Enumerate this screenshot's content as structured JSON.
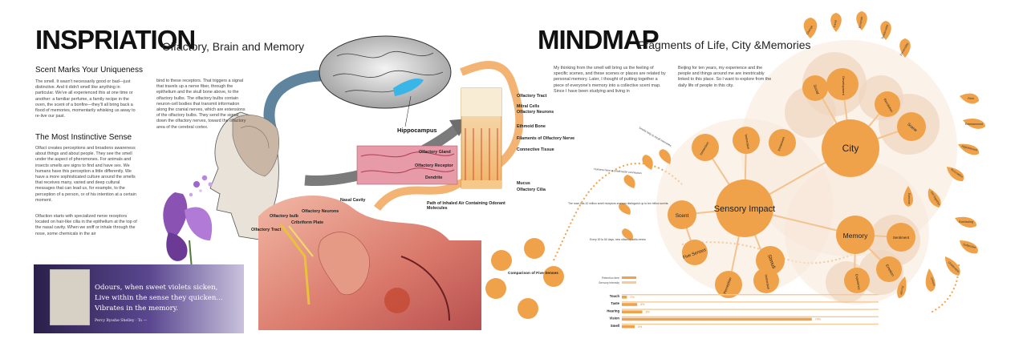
{
  "inspiration": {
    "title": "INSPRIATION",
    "subtitle": "Olfactory, Brain and Memory",
    "section1_heading": "Scent Marks Your Uniqueness",
    "section1_body": "The smell. It wasn't necessarily good or bad—just distinctive. And it didn't smell like anything in particular. We've all experienced this at one time or another: a familiar perfume, a family recipe in the oven, the scent of a bonfire—they'll all bring back a flood of memories, momentarily whisking us away to re-live our past.",
    "section2_heading": "The Most Instinctive Sense",
    "section2_body": "Olfact creates perceptions and broadens awareness about things and about people. They see the smell under the aspect of pheromones. For animals and insects smells are signs to find and have sex. We humans have this perception a little differently. We have a more sophisticated culture around the smells that receives many, varied and deep cultural messages that can lead us, for example, to the perception of a person, or of his intention at a certain moment.",
    "section3_body": "Olfaction starts with specialized nerve receptors located on hair-like cilia in the epithelium at the top of the nasal cavity. When we sniff or inhale through the nose, some chemicals in the air",
    "column2_body": "bind to these receptors. That triggers a signal that travels up a nerve fiber, through the epithelium and the skull bone above, to the olfactory bulbs. The olfactory bulbs contain neuron-cell bodies that transmit information along the cranial nerves, which are extensions of the olfactory bulbs. They send the signal down the olfactory nerves, toward the olfactory area of the cerebral cortex.",
    "quote_lines": [
      "Odours, when sweet violets sicken,",
      "Live within the sense they quicken...",
      "Vibrates in the memory."
    ],
    "quote_author": "Percy Bysshe Shelley · To —",
    "hippocampus_label": "Hippocampus",
    "anatomy_labels": {
      "olfactory_tract": "Olfactory Tract",
      "mitral_cells": "Mitral Cells",
      "olfactory_neurons": "Olfactory Neurons",
      "ethmoid_bone": "Ethmoid Bone",
      "filaments": "Filaments of Olfactory Nerve",
      "connective_tissue": "Connective Tissue",
      "olfactory_gland": "Olfactory Gland",
      "olfactory_receptor": "Olfactory Receptor",
      "dendrite": "Dendrite",
      "mucus": "Mucus",
      "olfactory_cilia": "Olfactory Cilia",
      "path": "Path of Inhaled Air Containing Odorant Molecules",
      "nasal_cavity": "Nasal Cavity",
      "olfactory_bulb": "Olfactory bulb",
      "olfactory_neurons2": "Olfactory Neurons",
      "cribriform": "Cribriform Plate",
      "olfactory_tract2": "Olfactory Tract"
    },
    "comparison_label": "Comparison of Five Senses"
  },
  "mindmap": {
    "title": "MINDMAP",
    "subtitle": "Fragments of Life, City &Memories",
    "intro_left": "My thinking from the smell will bring us the feeling of specific scenes, and these scenes or places are related by personal memory. Later, I thought of putting together a piece of everyone's memory into a collective scent map. Since I have been studying and living in",
    "intro_right": "Beijing for ten years, my experience and the people and things around me are inextricably linked to this place. So I want to explore from the daily life of people in this city.",
    "core": "Sensory Impact",
    "nodes": {
      "city": "City",
      "memory": "Memory",
      "scent": "Scent",
      "five_senses": "Five Senses",
      "stimuli": "Stimuli",
      "perception": "Perception",
      "immersion": "Immersion",
      "development": "Development",
      "social": "Social",
      "revolution": "Revolution",
      "scene": "Scene",
      "sentiment": "Sentiment",
      "emotion": "Emotion",
      "experience": "Experience"
    },
    "petals": {
      "change": "Change",
      "trend": "Trend",
      "eliminate": "Eliminate",
      "sustainable": "Sustainable",
      "irreversible": "Irreversible",
      "rest": "Rest",
      "entertainment": "Entertainment",
      "appointment": "Appointment",
      "recreation": "Recreation",
      "get_together": "Get together",
      "exercise": "Exercise",
      "everlasting": "Everlasting",
      "subjective": "Subjective",
      "unalterable": "Unalterable",
      "unique": "Unique",
      "private": "Private"
    },
    "notes": {
      "n1": "Smells help to recall memories.",
      "n2": "Humans have a 'smell-taste' connection.",
      "n3": "The nose has 10 million smell receptors and can distinguish up to ten trillion scents.",
      "n4": "Every 30 to 60 days, new olfactory cells renew."
    },
    "legend": [
      "Retention time",
      "Sensory intensity"
    ]
  },
  "chart_data": {
    "type": "bar",
    "categories": [
      "Touch",
      "Taste",
      "Hearing",
      "Vision",
      "Smell"
    ],
    "series": [
      {
        "name": "Retention time",
        "values": [
          2,
          6,
          8,
          74,
          5
        ]
      },
      {
        "name": "Sensory intensity",
        "values": []
      }
    ],
    "value_labels": [
      "2%",
      "6%",
      "8%",
      "74%",
      "5%"
    ]
  },
  "colors": {
    "accent": "#f0a24a",
    "accent_dark": "#e38f2a",
    "brain_arc": "#4e7893",
    "quote_band": "#4b3a7a"
  }
}
